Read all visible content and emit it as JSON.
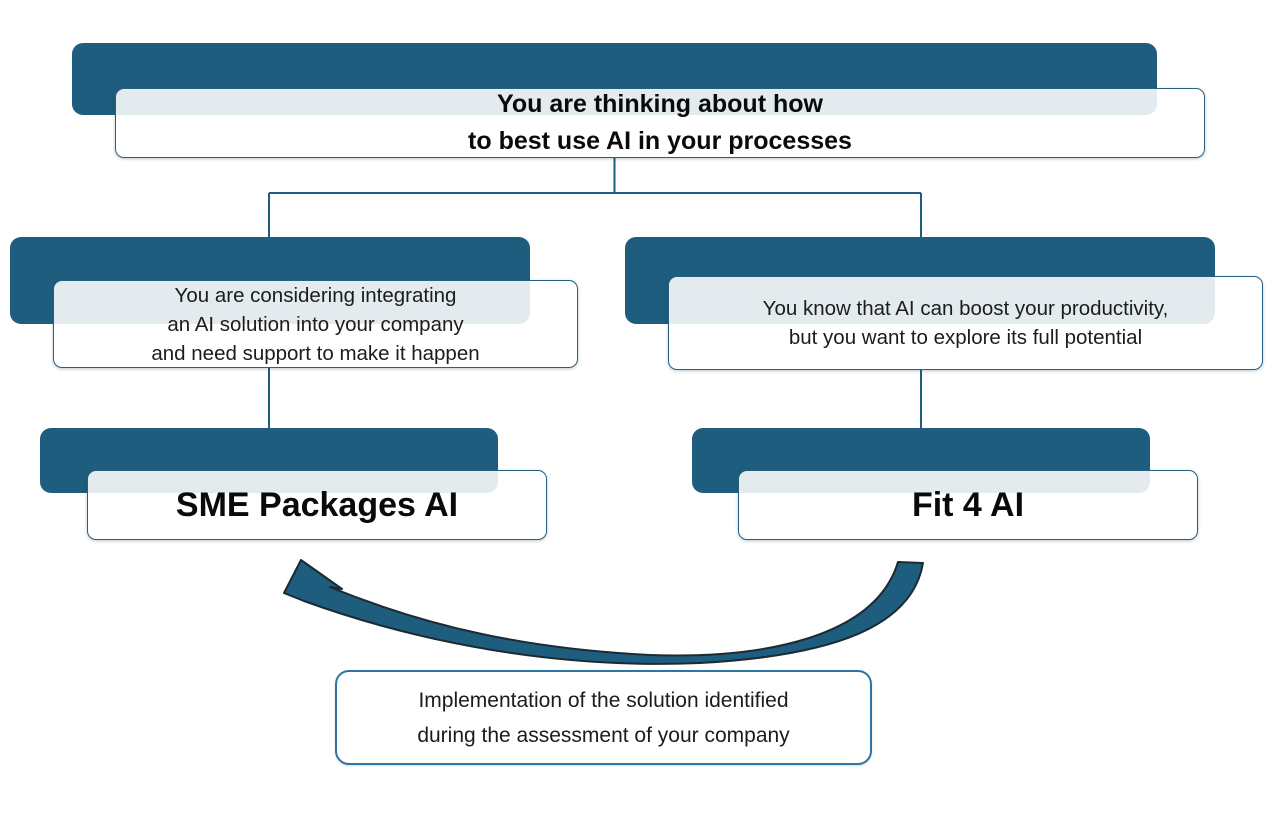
{
  "colors": {
    "teal": "#1f5d7e",
    "card_border": "#265f82",
    "note_border": "#2e74a5",
    "connector": "#1f5d7e",
    "arrow_fill": "#1f5d7e",
    "arrow_outline": "#1b2a33",
    "text": "#1c1c1c",
    "title_text": "#0a0a0a"
  },
  "flowchart": {
    "root": {
      "text": [
        "You are thinking about how",
        "to best use AI in your processes"
      ]
    },
    "left_condition": {
      "text": [
        "You are considering integrating",
        "an AI solution into your company",
        "and need support to make it happen"
      ]
    },
    "right_condition": {
      "text": [
        "You know that AI can boost your productivity,",
        "but you want to explore its full potential"
      ]
    },
    "left_program": {
      "title": "SME Packages AI"
    },
    "right_program": {
      "title": "Fit 4 AI"
    },
    "implementation_note": {
      "text": [
        "Implementation of the solution identified",
        "during the assessment of your company"
      ]
    }
  }
}
